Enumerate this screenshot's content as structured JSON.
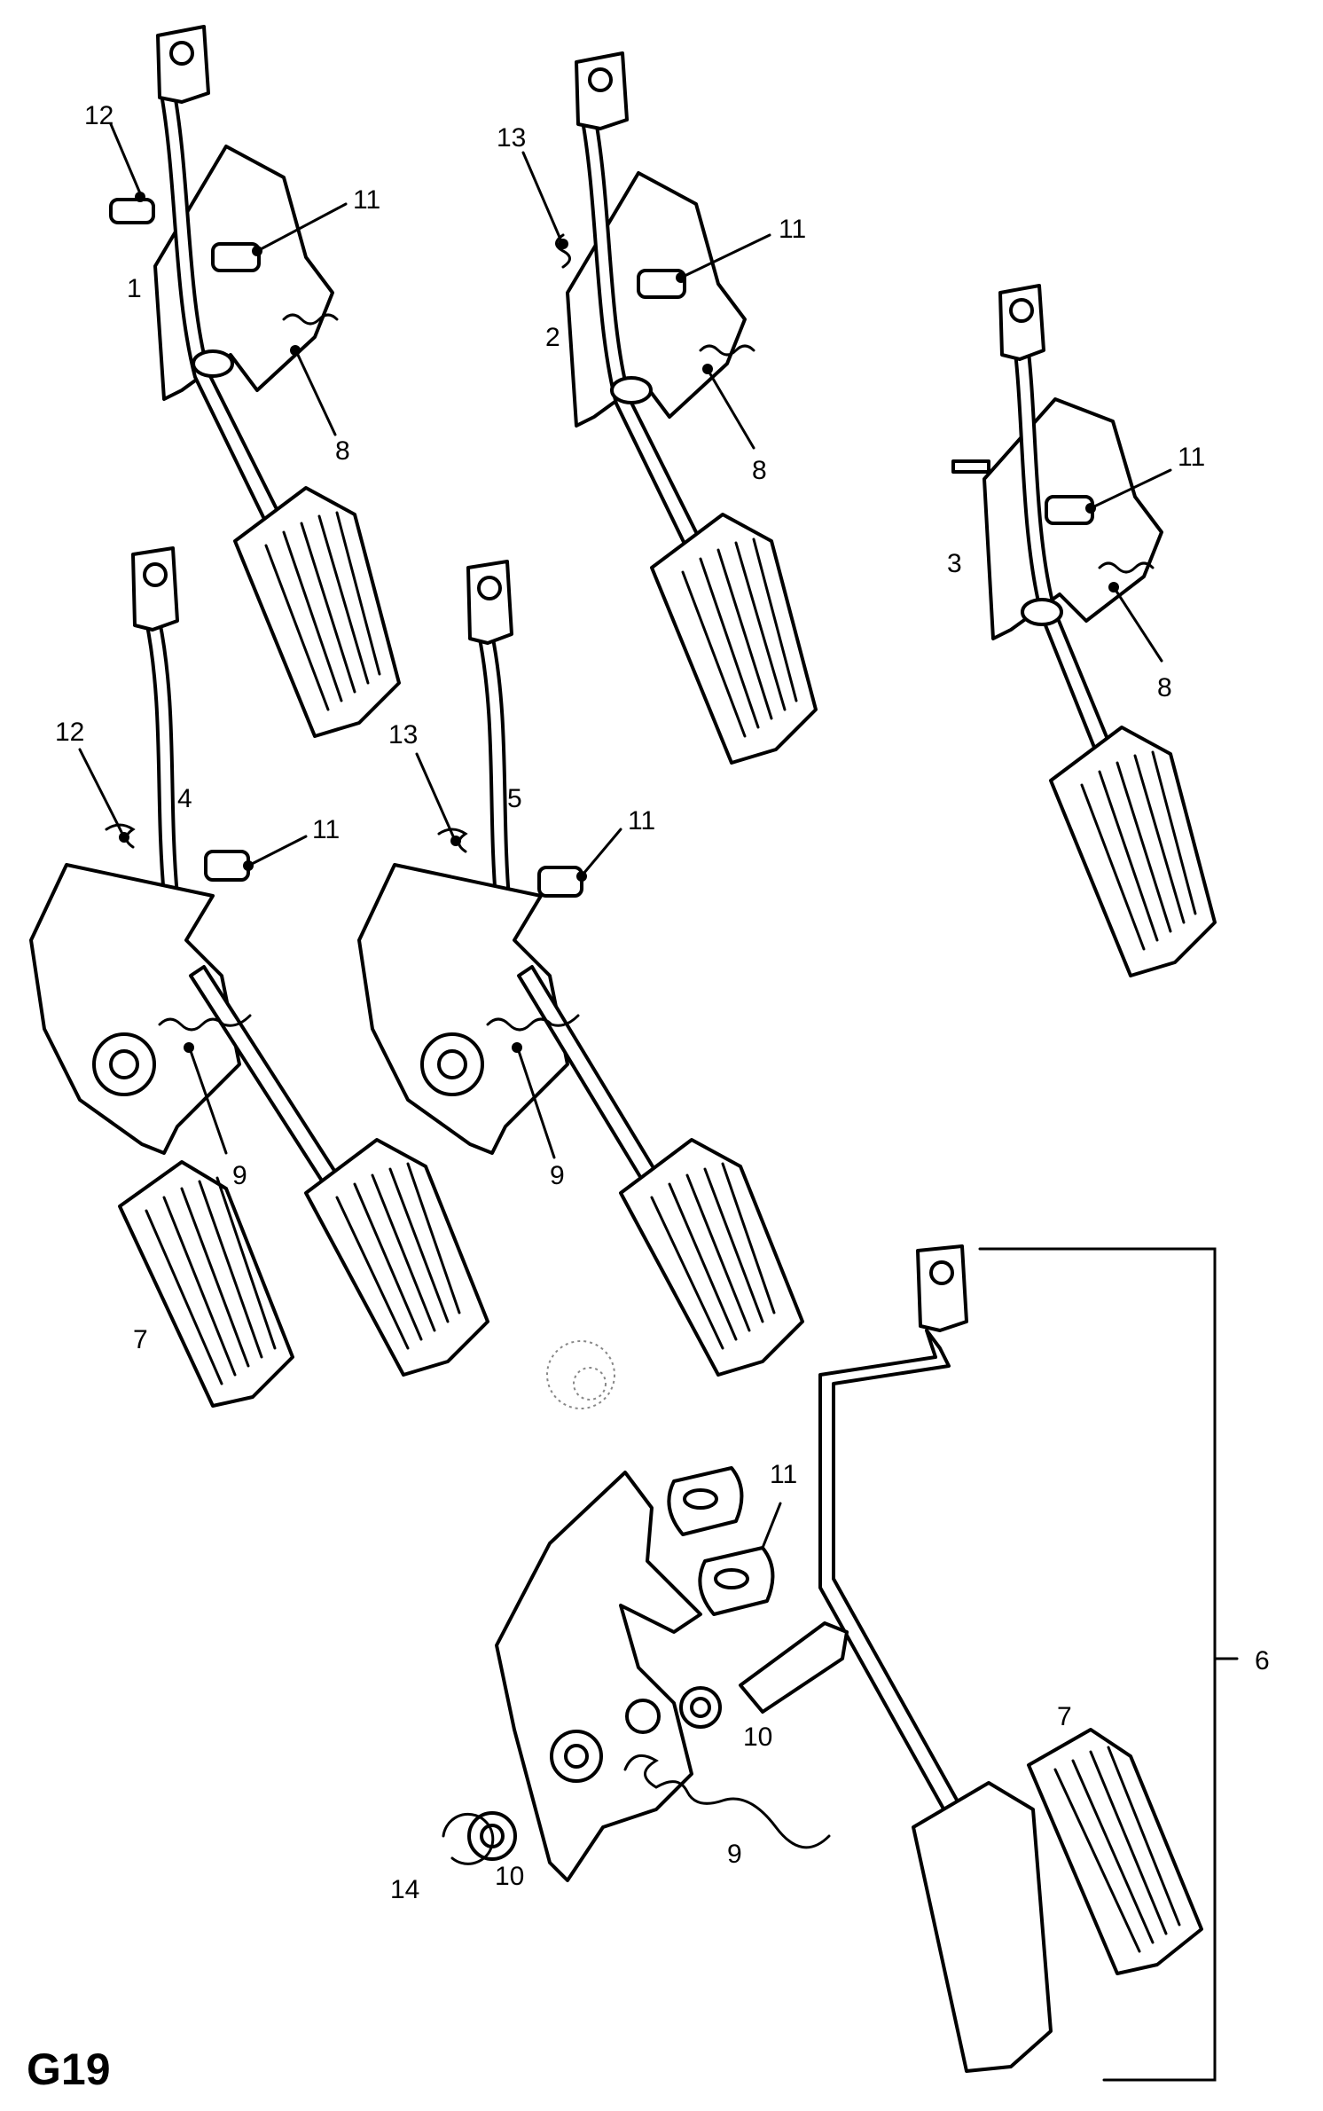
{
  "page": {
    "code": "G19"
  },
  "callouts": {
    "a1_12": "12",
    "a1_11": "11",
    "a1_1": "1",
    "a1_8": "8",
    "a2_13": "13",
    "a2_11": "11",
    "a2_2": "2",
    "a2_8": "8",
    "a3_11": "11",
    "a3_3": "3",
    "a3_8": "8",
    "a4_12": "12",
    "a4_4": "4",
    "a4_11": "11",
    "a4_9": "9",
    "a4_7": "7",
    "a5_13": "13",
    "a5_5": "5",
    "a5_11": "11",
    "a5_9": "9",
    "a6_11": "11",
    "a6_10a": "10",
    "a6_9": "9",
    "a6_14": "14",
    "a6_10b": "10",
    "a6_7": "7",
    "a6_6": "6"
  }
}
